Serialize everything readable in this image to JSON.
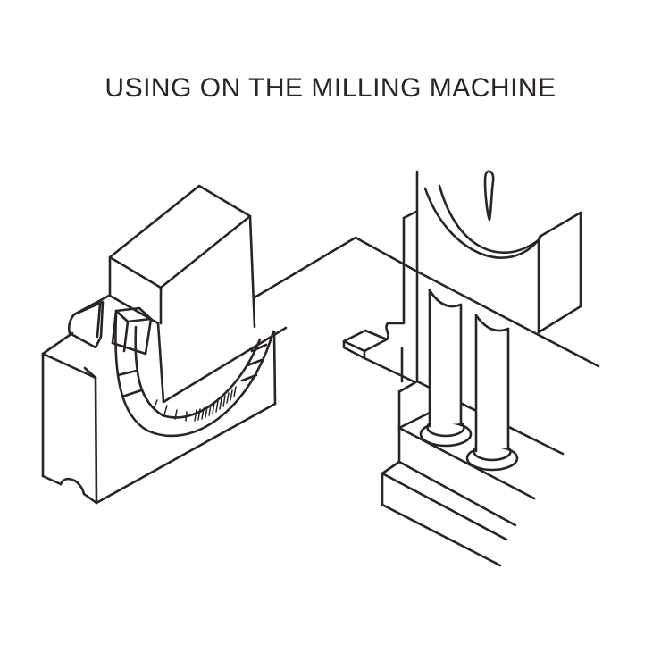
{
  "title": "USING ON THE MILLING MACHINE",
  "figure": {
    "left_object": "tilting angle vise with graduated swivel scale",
    "right_object": "milling machine head with twin guide columns and stepped base"
  },
  "colors": {
    "ink": "#2a2425",
    "background": "#ffffff"
  }
}
